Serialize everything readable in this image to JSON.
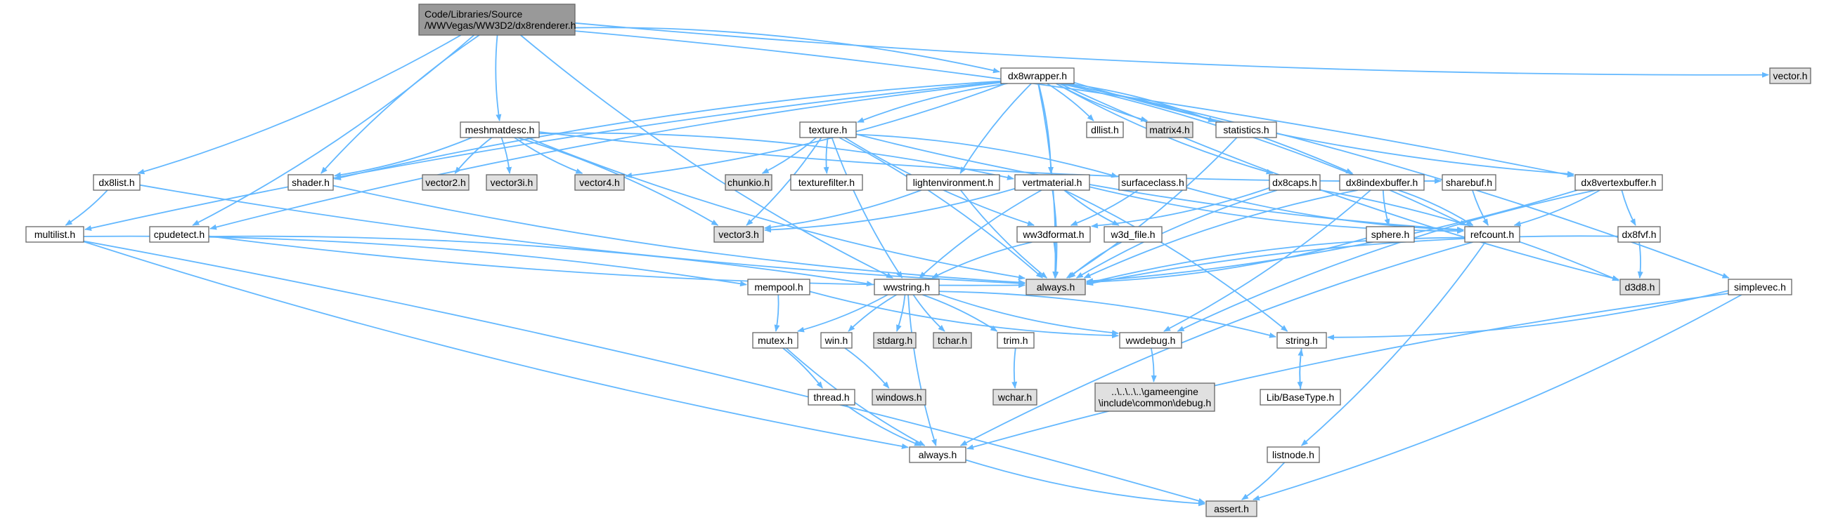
{
  "colors": {
    "edge": "#63b8ff",
    "node_fill_normal": "#ffffff",
    "node_fill_external": "#e0e0e0",
    "node_fill_root": "#999999",
    "node_border_normal": "#666666",
    "node_border_truncated": "#ff0000"
  },
  "nodes": [
    {
      "id": "root",
      "lines": [
        "Code/Libraries/Source",
        "/WWVegas/WW3D2/dx8renderer.h"
      ],
      "style": "root"
    },
    {
      "id": "vector_h",
      "lines": [
        "vector.h"
      ],
      "style": "external"
    },
    {
      "id": "dx8wrapper",
      "lines": [
        "dx8wrapper.h"
      ],
      "style": "normal"
    },
    {
      "id": "meshmatdesc",
      "lines": [
        "meshmatdesc.h"
      ],
      "style": "normal"
    },
    {
      "id": "texture",
      "lines": [
        "texture.h"
      ],
      "style": "normal"
    },
    {
      "id": "dllist",
      "lines": [
        "dllist.h"
      ],
      "style": "normal"
    },
    {
      "id": "matrix4",
      "lines": [
        "matrix4.h"
      ],
      "style": "external"
    },
    {
      "id": "statistics",
      "lines": [
        "statistics.h"
      ],
      "style": "normal"
    },
    {
      "id": "dx8list",
      "lines": [
        "dx8list.h"
      ],
      "style": "normal"
    },
    {
      "id": "shader",
      "lines": [
        "shader.h"
      ],
      "style": "normal"
    },
    {
      "id": "vector2",
      "lines": [
        "vector2.h"
      ],
      "style": "external"
    },
    {
      "id": "vector3i",
      "lines": [
        "vector3i.h"
      ],
      "style": "external"
    },
    {
      "id": "vector4",
      "lines": [
        "vector4.h"
      ],
      "style": "external"
    },
    {
      "id": "chunkio",
      "lines": [
        "chunkio.h"
      ],
      "style": "external"
    },
    {
      "id": "texturefilter",
      "lines": [
        "texturefilter.h"
      ],
      "style": "normal"
    },
    {
      "id": "lightenvironment",
      "lines": [
        "lightenvironment.h"
      ],
      "style": "normal"
    },
    {
      "id": "vertmaterial",
      "lines": [
        "vertmaterial.h"
      ],
      "style": "truncated"
    },
    {
      "id": "surfaceclass",
      "lines": [
        "surfaceclass.h"
      ],
      "style": "normal"
    },
    {
      "id": "dx8caps",
      "lines": [
        "dx8caps.h"
      ],
      "style": "normal"
    },
    {
      "id": "dx8indexbuffer",
      "lines": [
        "dx8indexbuffer.h"
      ],
      "style": "normal"
    },
    {
      "id": "sharebuf",
      "lines": [
        "sharebuf.h"
      ],
      "style": "normal"
    },
    {
      "id": "dx8vertexbuffer",
      "lines": [
        "dx8vertexbuffer.h"
      ],
      "style": "normal"
    },
    {
      "id": "multilist",
      "lines": [
        "multilist.h"
      ],
      "style": "normal"
    },
    {
      "id": "cpudetect",
      "lines": [
        "cpudetect.h"
      ],
      "style": "normal"
    },
    {
      "id": "vector3",
      "lines": [
        "vector3.h"
      ],
      "style": "external"
    },
    {
      "id": "ww3dformat",
      "lines": [
        "ww3dformat.h"
      ],
      "style": "normal"
    },
    {
      "id": "w3d_file",
      "lines": [
        "w3d_file.h"
      ],
      "style": "truncated"
    },
    {
      "id": "sphere",
      "lines": [
        "sphere.h"
      ],
      "style": "truncated"
    },
    {
      "id": "refcount",
      "lines": [
        "refcount.h"
      ],
      "style": "normal"
    },
    {
      "id": "dx8fvf",
      "lines": [
        "dx8fvf.h"
      ],
      "style": "normal"
    },
    {
      "id": "always_h",
      "lines": [
        "always.h"
      ],
      "style": "external"
    },
    {
      "id": "d3d8",
      "lines": [
        "d3d8.h"
      ],
      "style": "external"
    },
    {
      "id": "simplevec",
      "lines": [
        "simplevec.h"
      ],
      "style": "normal"
    },
    {
      "id": "mempool",
      "lines": [
        "mempool.h"
      ],
      "style": "truncated"
    },
    {
      "id": "wwstring",
      "lines": [
        "wwstring.h"
      ],
      "style": "normal"
    },
    {
      "id": "mutex",
      "lines": [
        "mutex.h"
      ],
      "style": "normal"
    },
    {
      "id": "win",
      "lines": [
        "win.h"
      ],
      "style": "normal"
    },
    {
      "id": "stdarg",
      "lines": [
        "stdarg.h"
      ],
      "style": "external"
    },
    {
      "id": "tchar",
      "lines": [
        "tchar.h"
      ],
      "style": "external"
    },
    {
      "id": "trim",
      "lines": [
        "trim.h"
      ],
      "style": "normal"
    },
    {
      "id": "wwdebug",
      "lines": [
        "wwdebug.h"
      ],
      "style": "normal"
    },
    {
      "id": "string_h",
      "lines": [
        "string.h"
      ],
      "style": "normal"
    },
    {
      "id": "thread",
      "lines": [
        "thread.h"
      ],
      "style": "truncated"
    },
    {
      "id": "windows",
      "lines": [
        "windows.h"
      ],
      "style": "external"
    },
    {
      "id": "wchar",
      "lines": [
        "wchar.h"
      ],
      "style": "external"
    },
    {
      "id": "gedebug",
      "lines": [
        "..\\..\\..\\..\\gameengine",
        "\\include\\common\\debug.h"
      ],
      "style": "external"
    },
    {
      "id": "basetype",
      "lines": [
        "Lib/BaseType.h"
      ],
      "style": "truncated"
    },
    {
      "id": "always2",
      "lines": [
        "always.h"
      ],
      "style": "normal"
    },
    {
      "id": "listnode",
      "lines": [
        "listnode.h"
      ],
      "style": "normal"
    },
    {
      "id": "assert_h",
      "lines": [
        "assert.h"
      ],
      "style": "external"
    }
  ],
  "edges": [
    [
      "root",
      "vector_h"
    ],
    [
      "root",
      "dx8wrapper"
    ],
    [
      "root",
      "meshmatdesc"
    ],
    [
      "root",
      "dx8list"
    ],
    [
      "root",
      "shader"
    ],
    [
      "root",
      "cpudetect"
    ],
    [
      "root",
      "wwstring"
    ],
    [
      "root",
      "dx8vertexbuffer"
    ],
    [
      "dx8wrapper",
      "texture"
    ],
    [
      "dx8wrapper",
      "dllist"
    ],
    [
      "dx8wrapper",
      "matrix4"
    ],
    [
      "dx8wrapper",
      "statistics"
    ],
    [
      "dx8wrapper",
      "shader"
    ],
    [
      "dx8wrapper",
      "vector4"
    ],
    [
      "dx8wrapper",
      "lightenvironment"
    ],
    [
      "dx8wrapper",
      "vertmaterial"
    ],
    [
      "dx8wrapper",
      "dx8caps"
    ],
    [
      "dx8wrapper",
      "dx8indexbuffer"
    ],
    [
      "dx8wrapper",
      "dx8vertexbuffer"
    ],
    [
      "dx8wrapper",
      "refcount"
    ],
    [
      "dx8wrapper",
      "d3d8"
    ],
    [
      "dx8wrapper",
      "simplevec"
    ],
    [
      "dx8wrapper",
      "cpudetect"
    ],
    [
      "dx8wrapper",
      "always_h"
    ],
    [
      "dx8wrapper",
      "multilist"
    ],
    [
      "meshmatdesc",
      "shader"
    ],
    [
      "meshmatdesc",
      "vector2"
    ],
    [
      "meshmatdesc",
      "vector3i"
    ],
    [
      "meshmatdesc",
      "vector4"
    ],
    [
      "meshmatdesc",
      "vector3"
    ],
    [
      "meshmatdesc",
      "sharebuf"
    ],
    [
      "meshmatdesc",
      "vertmaterial"
    ],
    [
      "meshmatdesc",
      "always_h"
    ],
    [
      "texture",
      "chunkio"
    ],
    [
      "texture",
      "texturefilter"
    ],
    [
      "texture",
      "vector3"
    ],
    [
      "texture",
      "ww3dformat"
    ],
    [
      "texture",
      "surfaceclass"
    ],
    [
      "texture",
      "refcount"
    ],
    [
      "texture",
      "always_h"
    ],
    [
      "texture",
      "wwstring"
    ],
    [
      "lightenvironment",
      "vector3"
    ],
    [
      "lightenvironment",
      "always_h"
    ],
    [
      "vertmaterial",
      "vector3"
    ],
    [
      "vertmaterial",
      "w3d_file"
    ],
    [
      "vertmaterial",
      "always_h"
    ],
    [
      "vertmaterial",
      "wwstring"
    ],
    [
      "vertmaterial",
      "string_h"
    ],
    [
      "vertmaterial",
      "refcount"
    ],
    [
      "surfaceclass",
      "ww3dformat"
    ],
    [
      "surfaceclass",
      "refcount"
    ],
    [
      "dx8caps",
      "ww3dformat"
    ],
    [
      "dx8caps",
      "always_h"
    ],
    [
      "dx8caps",
      "d3d8"
    ],
    [
      "dx8indexbuffer",
      "sphere"
    ],
    [
      "dx8indexbuffer",
      "refcount"
    ],
    [
      "dx8indexbuffer",
      "always_h"
    ],
    [
      "dx8indexbuffer",
      "wwdebug"
    ],
    [
      "sharebuf",
      "refcount"
    ],
    [
      "dx8vertexbuffer",
      "refcount"
    ],
    [
      "dx8vertexbuffer",
      "dx8fvf"
    ],
    [
      "dx8vertexbuffer",
      "always_h"
    ],
    [
      "dx8vertexbuffer",
      "wwdebug"
    ],
    [
      "dx8fvf",
      "d3d8"
    ],
    [
      "dx8fvf",
      "always_h"
    ],
    [
      "dx8list",
      "multilist"
    ],
    [
      "dx8list",
      "always_h"
    ],
    [
      "multilist",
      "mempool"
    ],
    [
      "multilist",
      "always2"
    ],
    [
      "multilist",
      "assert_h"
    ],
    [
      "shader",
      "always_h"
    ],
    [
      "cpudetect",
      "wwstring"
    ],
    [
      "cpudetect",
      "always_h"
    ],
    [
      "statistics",
      "always_h"
    ],
    [
      "ww3dformat",
      "wwstring"
    ],
    [
      "ww3dformat",
      "always_h"
    ],
    [
      "w3d_file",
      "always_h"
    ],
    [
      "sphere",
      "always_h"
    ],
    [
      "refcount",
      "always_h"
    ],
    [
      "refcount",
      "listnode"
    ],
    [
      "refcount",
      "always2"
    ],
    [
      "mempool",
      "mutex"
    ],
    [
      "mempool",
      "wwdebug"
    ],
    [
      "wwstring",
      "mutex"
    ],
    [
      "wwstring",
      "win"
    ],
    [
      "wwstring",
      "stdarg"
    ],
    [
      "wwstring",
      "tchar"
    ],
    [
      "wwstring",
      "trim"
    ],
    [
      "wwstring",
      "wwdebug"
    ],
    [
      "wwstring",
      "string_h"
    ],
    [
      "wwstring",
      "always2"
    ],
    [
      "mutex",
      "thread"
    ],
    [
      "mutex",
      "always2"
    ],
    [
      "win",
      "windows"
    ],
    [
      "trim",
      "wchar"
    ],
    [
      "wwdebug",
      "gedebug"
    ],
    [
      "string_h",
      "basetype"
    ],
    [
      "basetype",
      "string_h"
    ],
    [
      "thread",
      "always2"
    ],
    [
      "listnode",
      "assert_h"
    ],
    [
      "always2",
      "assert_h"
    ],
    [
      "simplevec",
      "string_h"
    ],
    [
      "simplevec",
      "always2"
    ],
    [
      "simplevec",
      "assert_h"
    ]
  ]
}
